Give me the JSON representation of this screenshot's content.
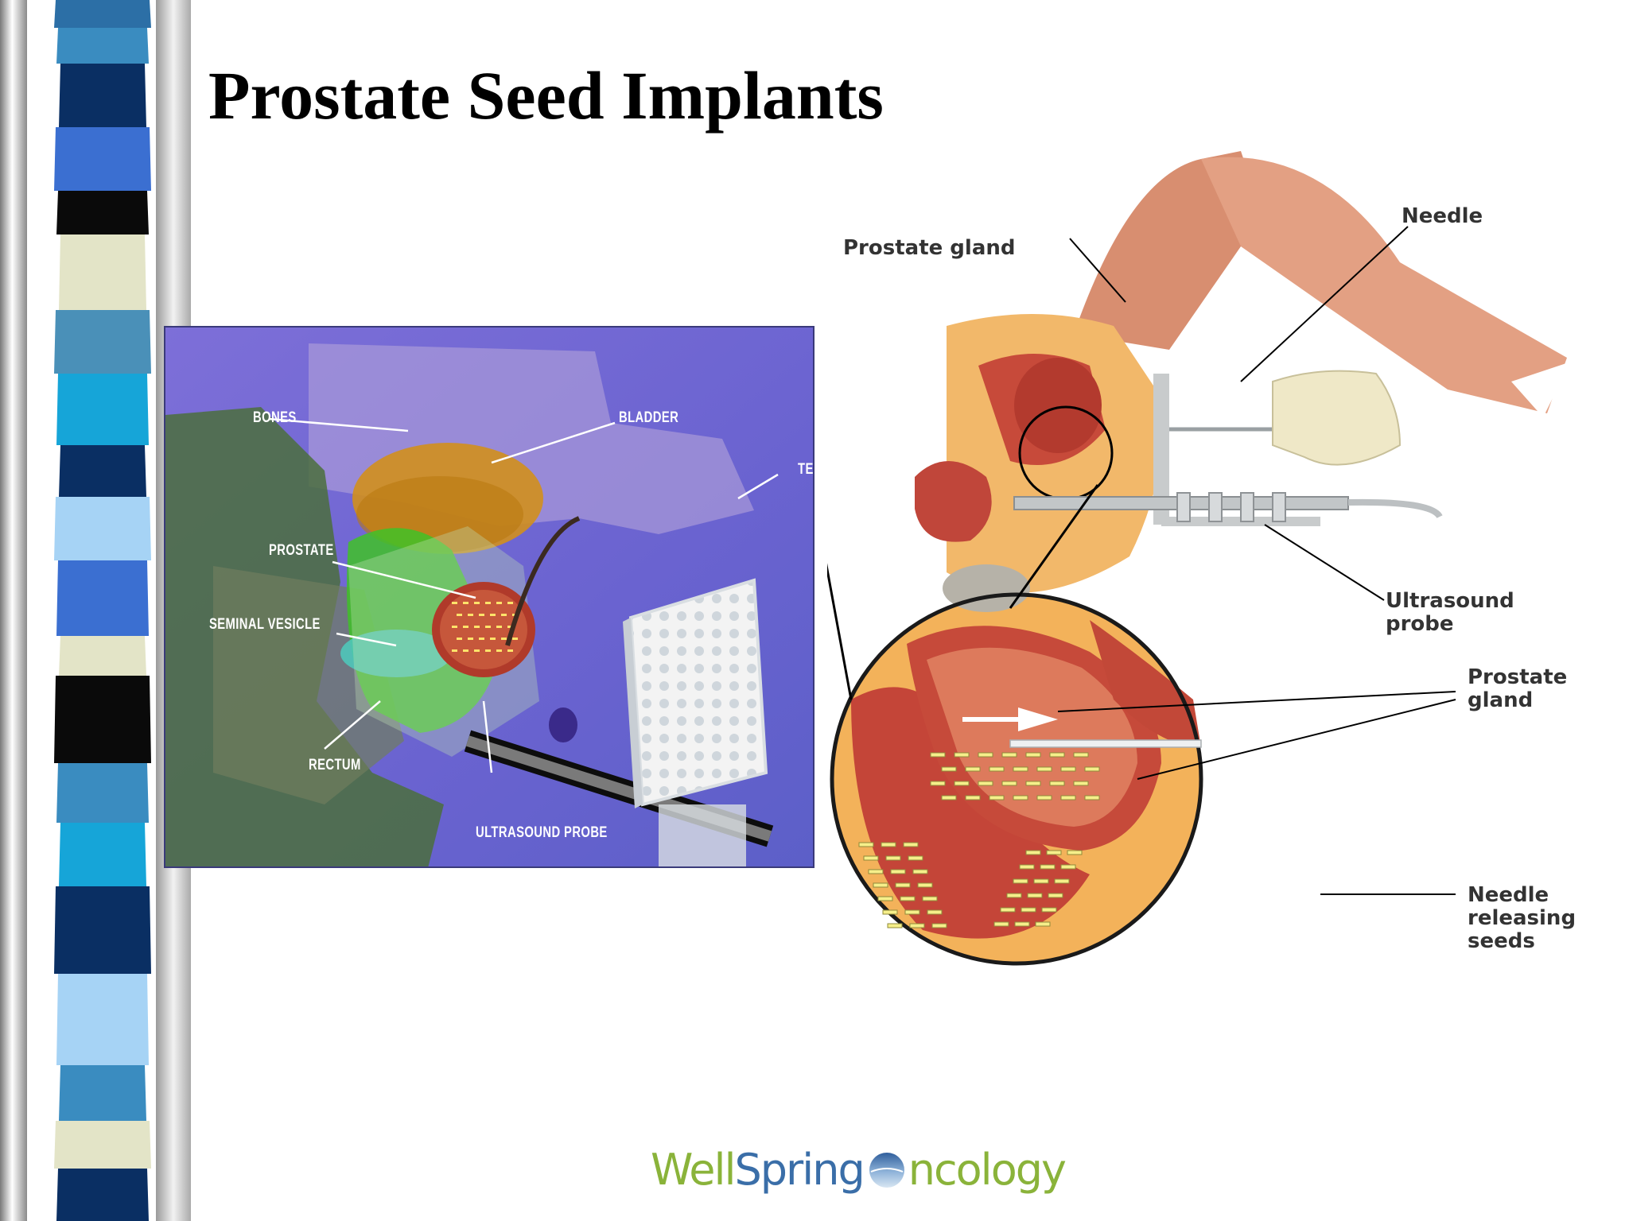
{
  "slide": {
    "title": "Prostate Seed Implants"
  },
  "figure_3d": {
    "labels": {
      "bones": "BONES",
      "bladder": "BLADDER",
      "template": "TEM",
      "prostate": "PROSTATE",
      "seminal_vesicle": "SEMINAL VESICLE",
      "rectum": "RECTUM",
      "ultrasound_probe": "ULTRASOUND PROBE"
    }
  },
  "figure_anatomy": {
    "labels": {
      "prostate_gland_top": "Prostate gland",
      "needle": "Needle",
      "ultrasound_probe_1": "Ultrasound",
      "ultrasound_probe_2": "probe",
      "prostate_gland_1": "Prostate",
      "prostate_gland_2": "gland",
      "needle_seeds_1": "Needle",
      "needle_seeds_2": "releasing",
      "needle_seeds_3": "seeds"
    }
  },
  "logo": {
    "part1": "Well",
    "part2": "Spring",
    "part3": "ncology"
  },
  "colors": {
    "stripes": [
      "#2c6fa6",
      "#3a8cc0",
      "#0a2f63",
      "#3b6fd1",
      "#0a0a0a",
      "#e3e4c7",
      "#4a90b8",
      "#16a5d8",
      "#a6d3f5"
    ],
    "logo_green": "#8ab33a",
    "logo_blue": "#3a6ea8"
  }
}
